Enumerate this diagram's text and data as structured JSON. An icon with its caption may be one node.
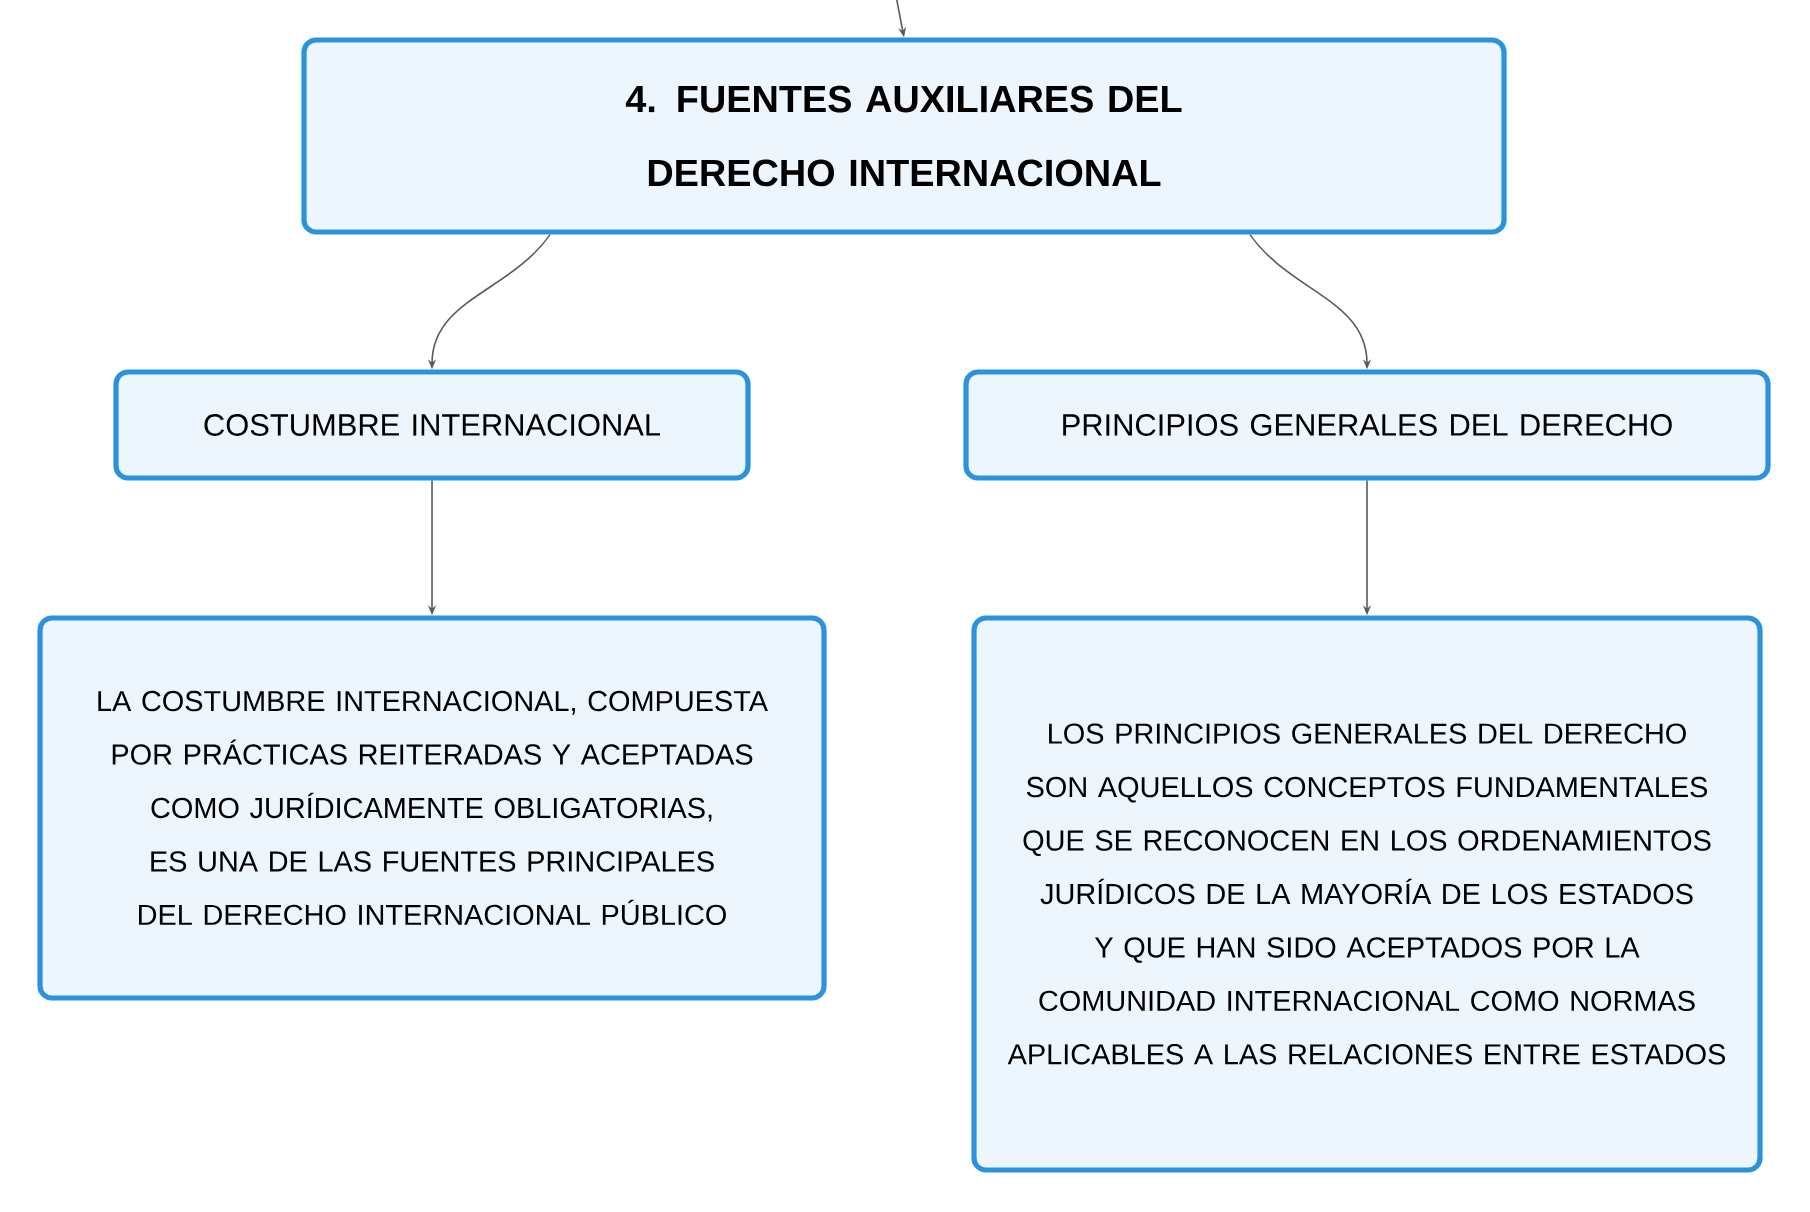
{
  "diagram": {
    "nodes": [
      {
        "text": [
          "4. FUENTES AUXILIARES DEL DERECHO INTERNACIONAL"
        ]
      },
      {
        "text": [
          "COSTUMBRE INTERNACIONAL"
        ]
      },
      {
        "text": [
          "PRINCIPIOS GENERALES DEL DERECHO"
        ]
      },
      {
        "text": [
          "LA COSTUMBRE INTERNACIONAL, COMPUESTA POR PRÁCTICAS REITERADAS Y ACEPTADAS COMO JURÍDICAMENTE OBLIGATORIAS, ES UNA DE LAS FUENTES PRINCIPALES DEL DERECHO INTERNACIONAL PÚBLICO"
        ]
      },
      {
        "text": [
          "LOS PRINCIPIOS GENERALES DEL DERECHO SON AQUELLOS CONCEPTOS FUNDAMENTALES QUE SE RECONOCEN EN LOS ORDENAMIENTOS JURÍDICOS DE LA MAYORÍA DE LOS ESTADOS Y QUE HAN SIDO ACEPTADOS POR LA COMUNIDAD INTERNACIONAL COMO NORMAS APLICABLES A LAS RELACIONES ENTRE ESTADOS"
        ]
      }
    ],
    "edges": [
      {
        "from": null,
        "to": 0,
        "arrow": "to"
      },
      {
        "from": 0,
        "to": 1,
        "arrow": "to"
      },
      {
        "from": 0,
        "to": 2,
        "arrow": "to"
      },
      {
        "from": 1,
        "to": 3,
        "arrow": "to"
      },
      {
        "from": 2,
        "to": 4,
        "arrow": "to"
      }
    ]
  }
}
